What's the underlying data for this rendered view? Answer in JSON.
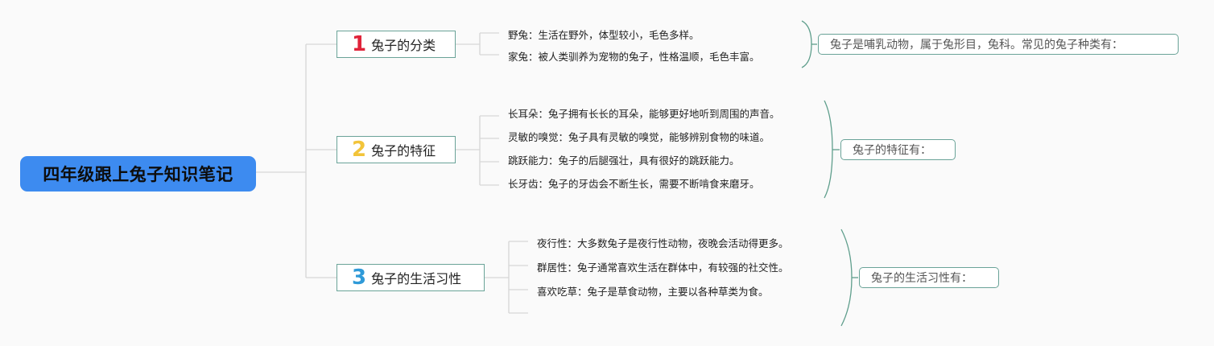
{
  "root": {
    "title": "四年级跟上兔子知识笔记",
    "color": "#3d8bf0"
  },
  "branches": [
    {
      "number": "1",
      "number_color": "#e0243a",
      "label": "兔子的分类",
      "items": [
        "野兔：生活在野外，体型较小，毛色多样。",
        "家兔：被人类驯养为宠物的兔子，性格温顺，毛色丰富。"
      ],
      "summary": "兔子是哺乳动物，属于兔形目，兔科。常见的兔子种类有："
    },
    {
      "number": "2",
      "number_color": "#f2c43a",
      "label": "兔子的特征",
      "items": [
        "长耳朵：兔子拥有长长的耳朵，能够更好地听到周围的声音。",
        "灵敏的嗅觉：兔子具有灵敏的嗅觉，能够辨别食物的味道。",
        "跳跃能力：兔子的后腿强壮，具有很好的跳跃能力。",
        "长牙齿：兔子的牙齿会不断生长，需要不断啃食来磨牙。"
      ],
      "summary": "兔子的特征有："
    },
    {
      "number": "3",
      "number_color": "#2f9ad8",
      "label": "兔子的生活习性",
      "items": [
        "夜行性：大多数兔子是夜行性动物，夜晚会活动得更多。",
        "群居性：兔子通常喜欢生活在群体中，有较强的社交性。",
        "喜欢吃草：兔子是草食动物，主要以各种草类为食。",
        ""
      ],
      "summary": "兔子的生活习性有："
    }
  ],
  "line_color": "#d6d6d6",
  "bracket_color": "#5f9e8c"
}
